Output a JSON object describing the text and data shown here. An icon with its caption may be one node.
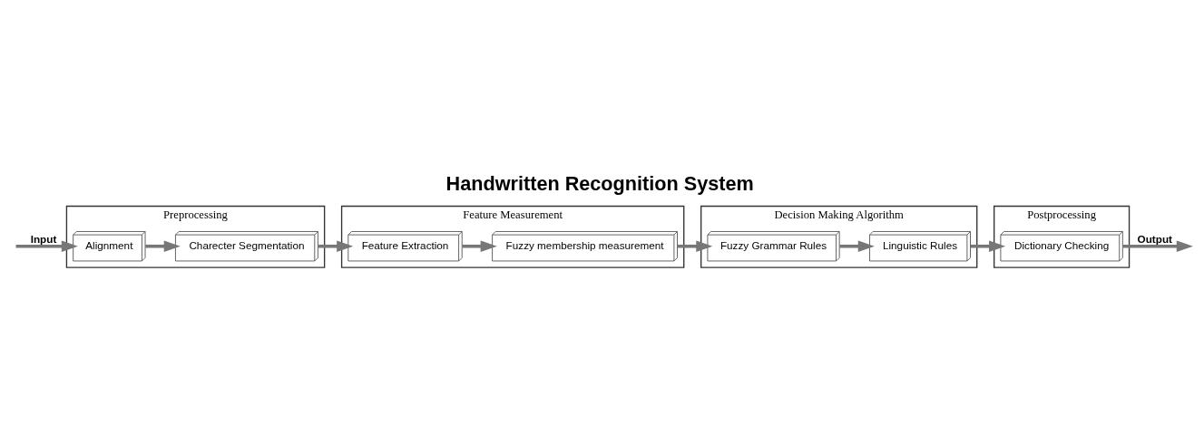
{
  "diagram": {
    "title": "Handwritten Recognition System",
    "nodes": [
      {
        "text": [
          "Preprocessing"
        ]
      },
      {
        "text": [
          "Charecter Segmentation"
        ],
        "in": 0
      },
      {
        "text": [
          "Alignment"
        ],
        "in": 0
      },
      {
        "text": [
          "Feature Measurement"
        ]
      },
      {
        "text": [
          "Feature Extraction"
        ],
        "in": 3
      },
      {
        "text": [
          "Fuzzy membership measurement"
        ],
        "in": 3
      },
      {
        "text": [
          "Decision Making Algorithm"
        ]
      },
      {
        "text": [
          "Linguistic Rules"
        ],
        "in": 6
      },
      {
        "text": [
          "Fuzzy Grammar Rules"
        ],
        "in": 6
      },
      {
        "text": [
          "Postprocessing"
        ]
      },
      {
        "text": [
          "Dictionary Checking"
        ],
        "in": 9
      }
    ],
    "edges": [
      {
        "from": null,
        "to": 2,
        "arrow": "to",
        "label": "Input"
      },
      {
        "from": 2,
        "to": 1,
        "arrow": "to"
      },
      {
        "from": 1,
        "to": 4,
        "arrow": "to"
      },
      {
        "from": 4,
        "to": 5,
        "arrow": "to"
      },
      {
        "from": 5,
        "to": 8,
        "arrow": "to"
      },
      {
        "from": 8,
        "to": 7,
        "arrow": "to"
      },
      {
        "from": 7,
        "to": 10,
        "arrow": "to"
      },
      {
        "from": 10,
        "to": null,
        "arrow": "to",
        "label": "Output"
      }
    ]
  }
}
